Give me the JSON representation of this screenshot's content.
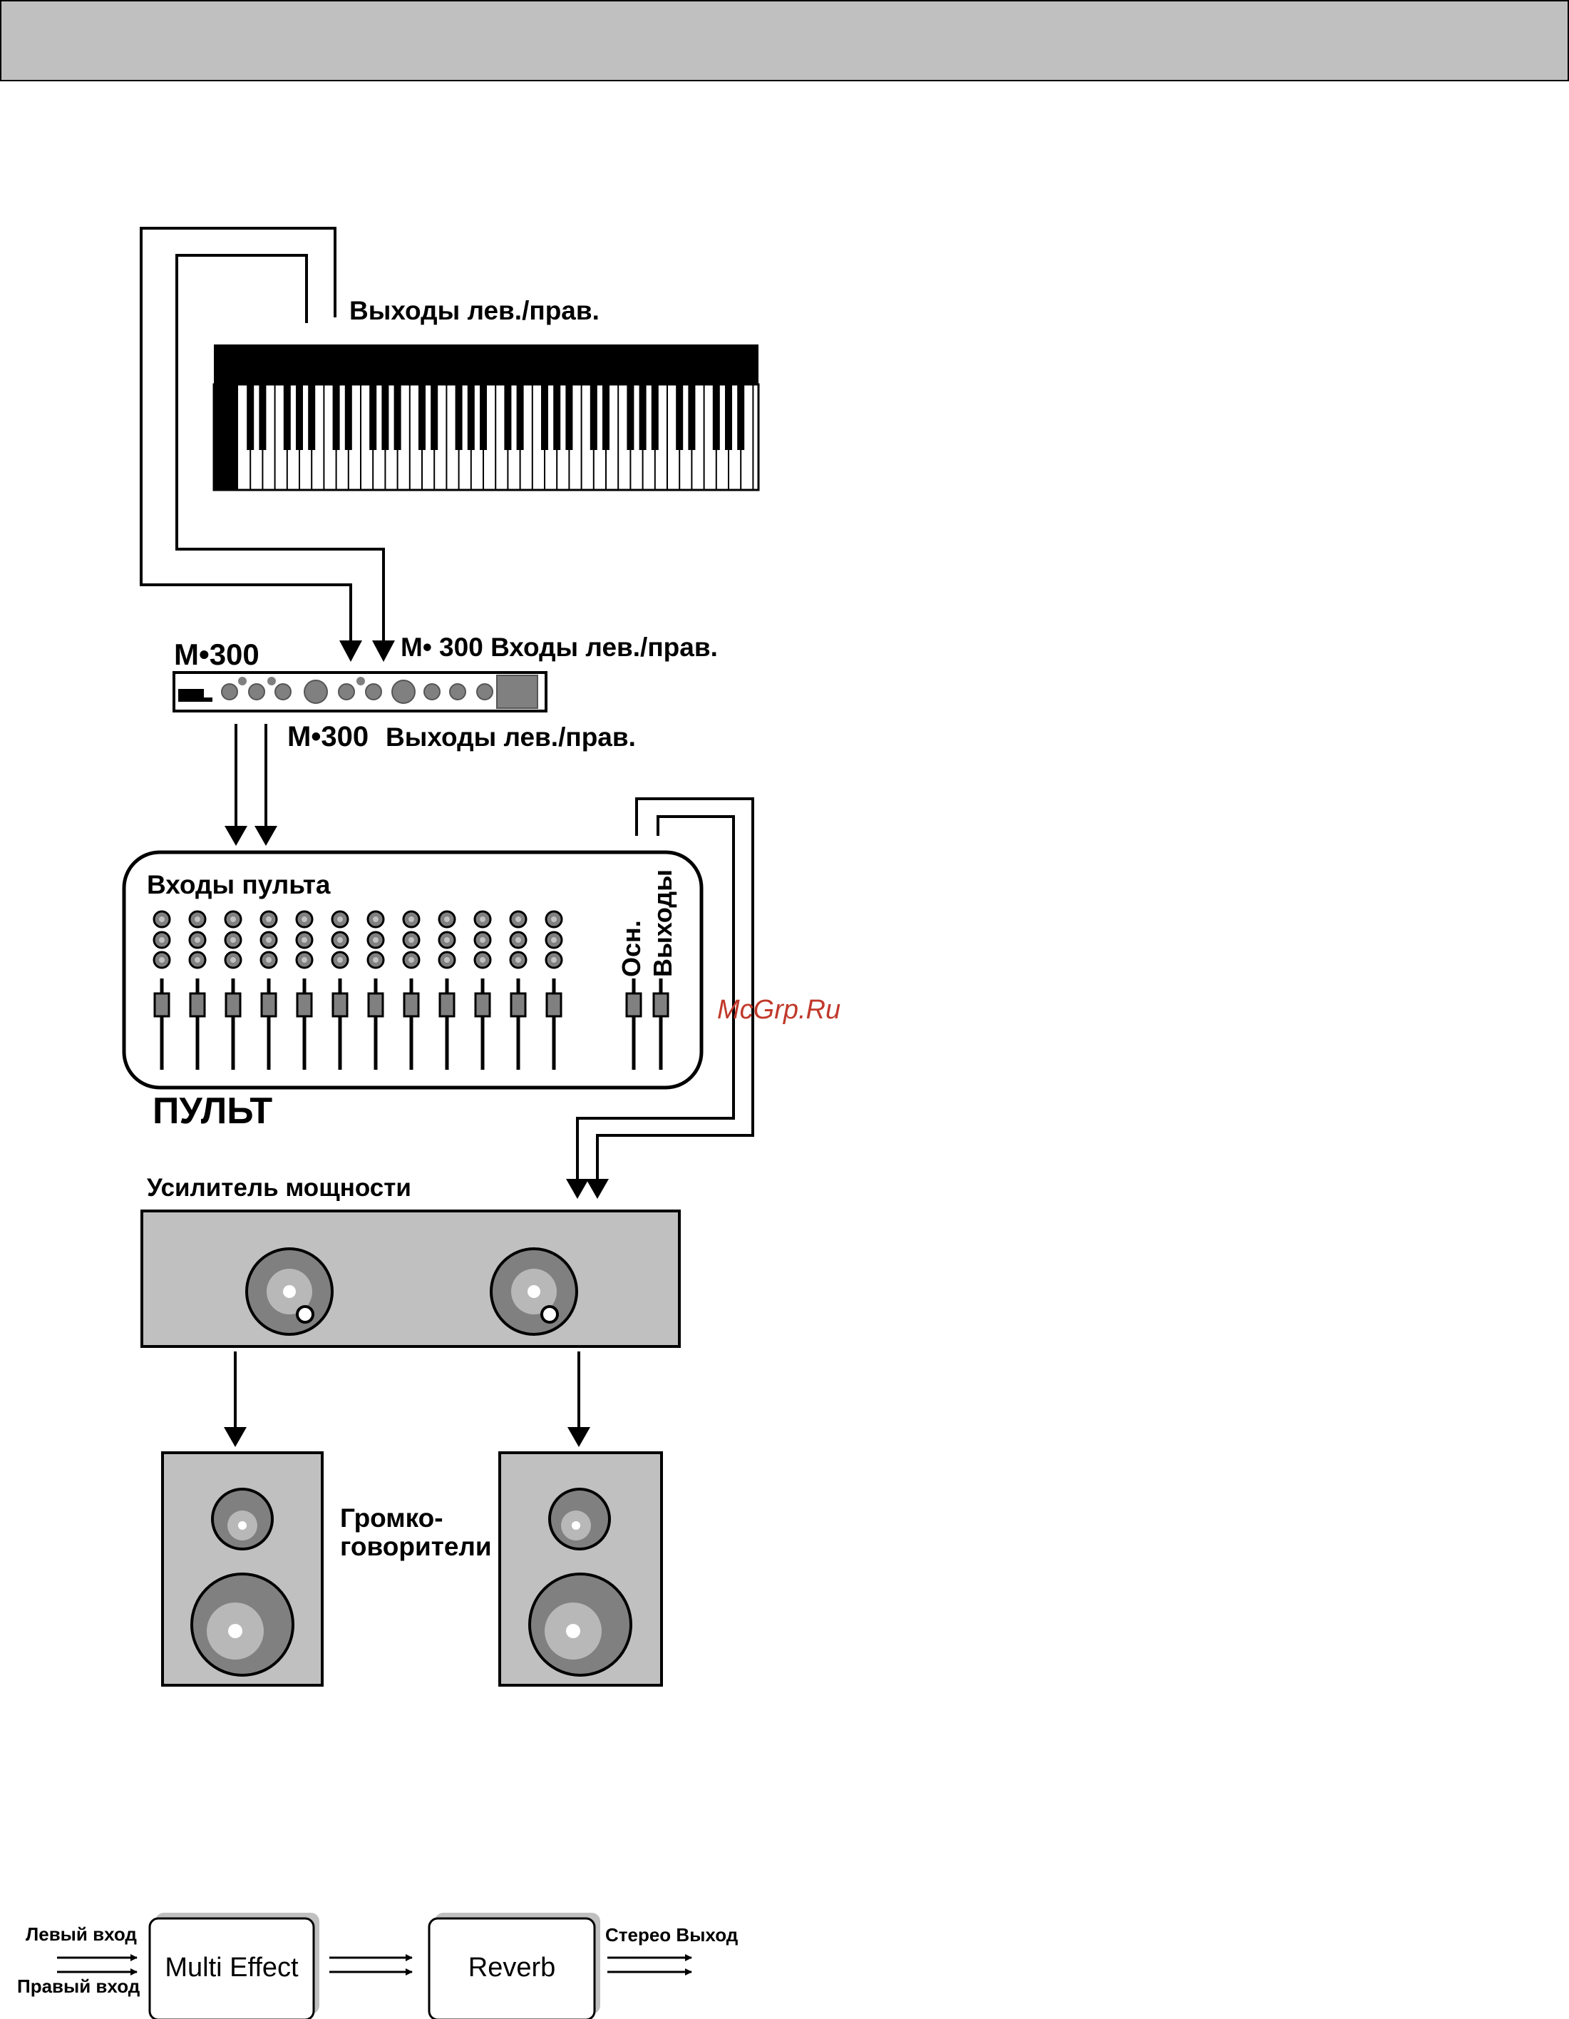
{
  "labels": {
    "keyboard_outputs": "Выходы лев./прав.",
    "m300_inputs": "M• 300 Входы лев./прав.",
    "m300_logo": "M•300",
    "m300_outputs_logo": "M•300",
    "m300_outputs": "Выходы лев./прав.",
    "mixer_inputs": "Входы пульта",
    "mixer_main": "Осн.",
    "mixer_outputs": "Выходы",
    "mixer_name": "ПУЛЬТ",
    "amplifier": "Усилитель мощности",
    "speakers_line1": "Громко-",
    "speakers_line2": "говорители",
    "watermark": "McGrp.Ru"
  },
  "flow": {
    "left_in": "Левый вход",
    "right_in": "Правый вход",
    "block1": "Multi Effect",
    "block2": "Reverb",
    "stereo_out": "Стерео Выход"
  },
  "colors": {
    "panel_gray": "#c0c0c0",
    "dark_gray": "#808080",
    "light_gray": "#b8b8b8",
    "watermark_red": "#c0392b"
  }
}
